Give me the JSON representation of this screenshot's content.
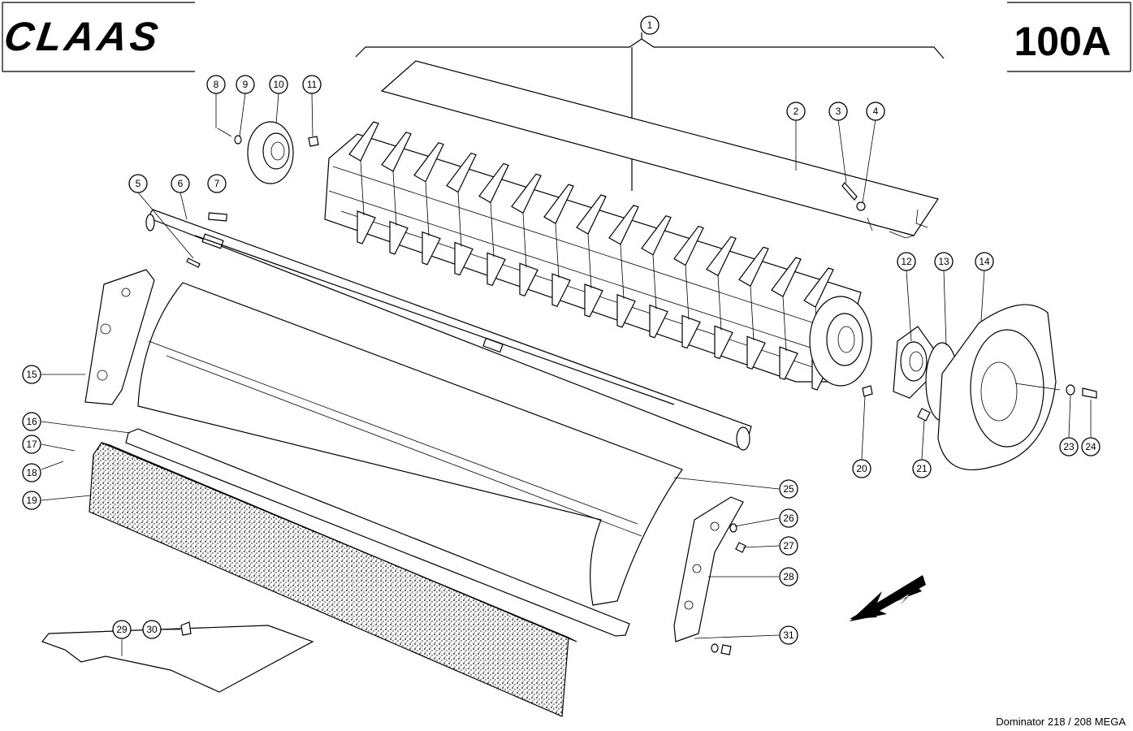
{
  "header": {
    "brand_logo_text": "CLAAS",
    "sheet_number": "100A"
  },
  "footer": {
    "model_label": "Dominator 218 / 208 MEGA"
  },
  "callouts": [
    "1",
    "2",
    "3",
    "4",
    "5",
    "6",
    "7",
    "8",
    "9",
    "10",
    "11",
    "12",
    "13",
    "14",
    "15",
    "16",
    "17",
    "18",
    "19",
    "20",
    "21",
    "23",
    "24",
    "25",
    "26",
    "27",
    "28",
    "29",
    "30",
    "31"
  ],
  "direction_arrow_icon": "arrow-down-left-icon"
}
